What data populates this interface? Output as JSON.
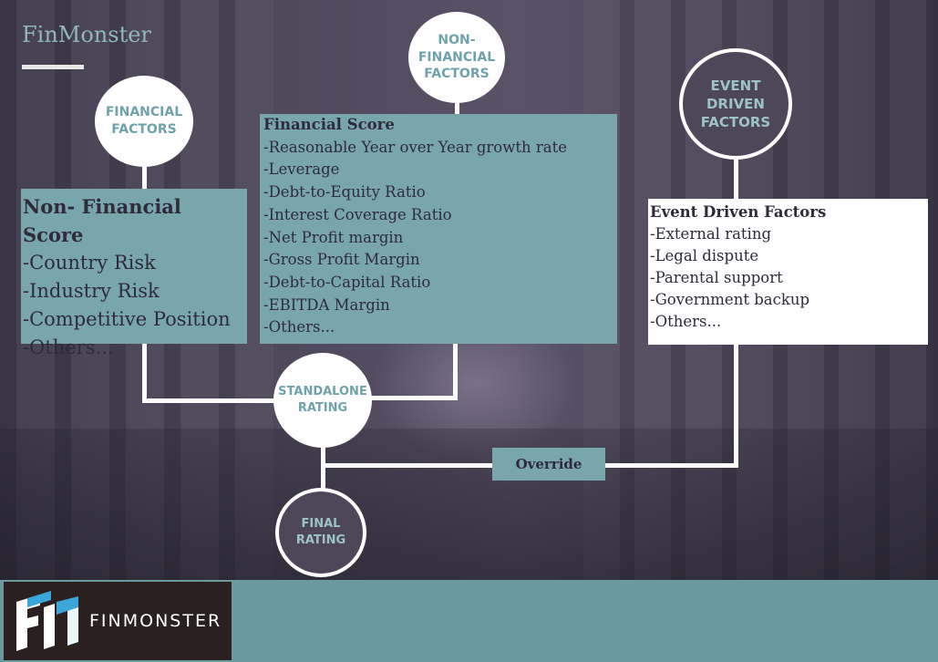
{
  "brand": {
    "title": "FinMonster"
  },
  "circles": {
    "financial_factors": [
      "FINANCIAL",
      "FACTORS"
    ],
    "non_financial_factors": [
      "NON-",
      "FINANCIAL",
      "FACTORS"
    ],
    "event_driven_factors": [
      "EVENT",
      "DRIVEN",
      "FACTORS"
    ],
    "standalone_rating": [
      "STANDALONE",
      "RATING"
    ],
    "final_rating": [
      "FINAL",
      "RATING"
    ]
  },
  "non_financial_box": {
    "title": "Non- Financial Score",
    "items": [
      "-Country Risk",
      "-Industry Risk",
      "-Competitive Position",
      "-Others..."
    ]
  },
  "financial_box": {
    "title": "Financial Score",
    "items": [
      "-Reasonable Year over Year growth rate",
      "-Leverage",
      "-Debt-to-Equity Ratio",
      "-Interest Coverage Ratio",
      "-Net Profit margin",
      "-Gross Profit Margin",
      "-Debt-to-Capital Ratio",
      "-EBITDA Margin",
      "-Others..."
    ]
  },
  "event_box": {
    "title": "Event Driven Factors",
    "items": [
      "-External rating",
      "-Legal dispute",
      "-Parental support",
      "-Government backup",
      "-Others..."
    ]
  },
  "override_label": "Override",
  "footer": {
    "logo_text": "FINMONSTER"
  },
  "colors": {
    "accent": "#78a6ac",
    "footer": "#6a9aa0",
    "brand_text": "#8fb7bd",
    "logo_bg": "#2b2020"
  }
}
